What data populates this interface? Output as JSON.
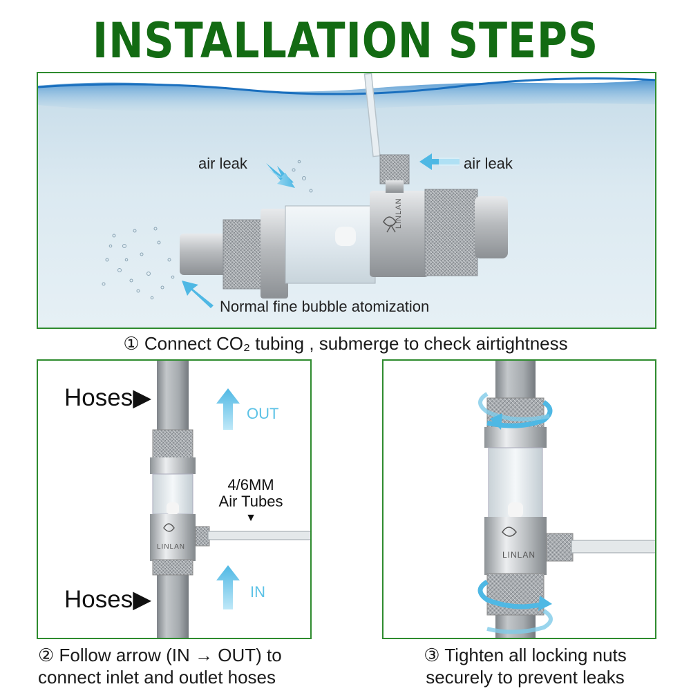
{
  "title": "INSTALLATION STEPS",
  "colors": {
    "title": "#136b13",
    "border": "#2e8b2e",
    "arrow": "#5cc2e6",
    "metal": "#b9bcbf"
  },
  "step1": {
    "air_leak_left": "air leak",
    "air_leak_right": "air leak",
    "bubble_note": "Normal fine bubble atomization",
    "brand": "LINLAN",
    "caption": "① Connect CO₂ tubing , submerge to check airtightness"
  },
  "step2": {
    "hoses_top": "Hoses▶",
    "hoses_bottom": "Hoses▶",
    "out_label": "OUT",
    "in_label": "IN",
    "tubes_line1": "4/6MM",
    "tubes_line2": "Air Tubes",
    "tubes_marker": "▼",
    "brand": "LINLAN",
    "caption_line1": "② Follow arrow (IN → OUT) to",
    "caption_line2": "connect inlet and outlet hoses"
  },
  "step3": {
    "brand": "LINLAN",
    "caption_line1": "③ Tighten all locking nuts",
    "caption_line2": "securely to prevent leaks"
  },
  "icons": [
    "up-arrow-icon",
    "pointer-arrow-icon",
    "rotate-arrow-icon",
    "brand-logo-icon"
  ]
}
